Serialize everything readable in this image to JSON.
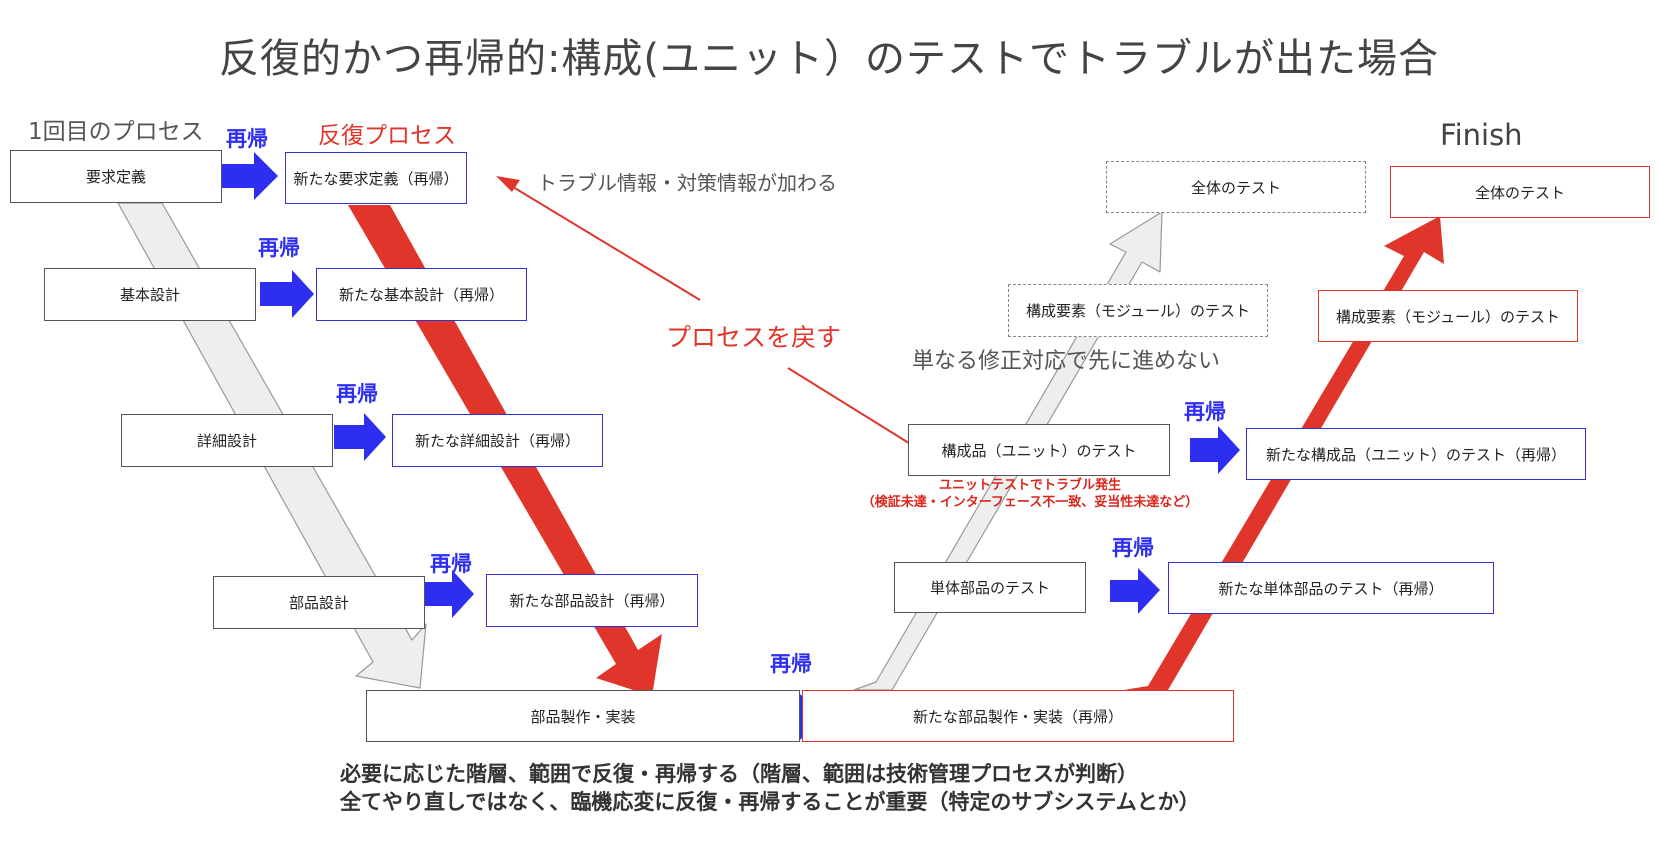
{
  "title": "反復的かつ再帰的:構成(ユニット）のテストでトラブルが出た場合",
  "labels": {
    "first_process": "1回目のプロセス",
    "iteration_process": "反復プロセス",
    "finish": "Finish",
    "trouble_info": "トラブル情報・対策情報が加わる",
    "return_process": "プロセスを戻す",
    "not_just_fix": "単なる修正対応で先に進めない",
    "recursion": "再帰"
  },
  "left_boxes": [
    "要求定義",
    "基本設計",
    "詳細設計",
    "部品設計",
    "部品製作・実装"
  ],
  "iter_boxes": [
    "新たな要求定義（再帰）",
    "新たな基本設計（再帰）",
    "新たな詳細設計（再帰）",
    "新たな部品設計（再帰）",
    "新たな部品製作・実装（再帰）"
  ],
  "test_boxes": {
    "unit_part_test": "単体部品のテスト",
    "unit_test": "構成品（ユニット）のテスト",
    "module_test_dashed": "構成要素（モジュール）のテスト",
    "whole_test_dashed": "全体のテスト",
    "new_unit_part_test": "新たな単体部品のテスト（再帰）",
    "new_unit_test": "新たな構成品（ユニット）のテスト（再帰）",
    "module_test": "構成要素（モジュール）のテスト",
    "whole_test": "全体のテスト"
  },
  "trouble_note": {
    "line1": "ユニットテストでトラブル発生",
    "line2": "（検証未達・インターフェース不一致、妥当性未達など）"
  },
  "footer": {
    "line1": "必要に応じた階層、範囲で反復・再帰する（階層、範囲は技術管理プロセスが判断）",
    "line2": "全てやり直しではなく、臨機応変に反復・再帰することが重要（特定のサブシステムとか）"
  },
  "colors": {
    "red_arrow": "#e0352b",
    "blue_arrow": "#2e2ef0",
    "gray_arrow_fill": "#eeeeee",
    "gray_arrow_stroke": "#999999"
  }
}
